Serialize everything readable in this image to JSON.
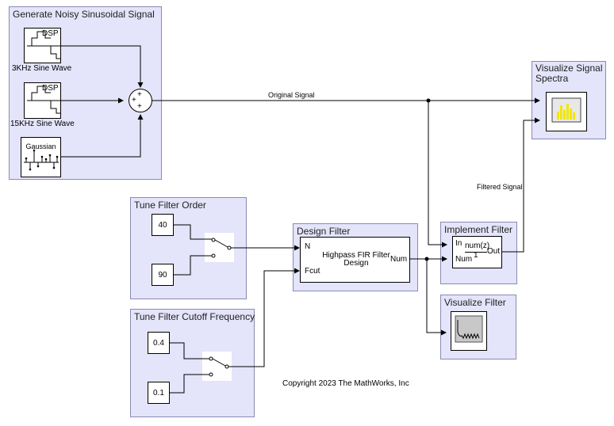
{
  "areas": {
    "generate": "Generate Noisy Sinusoidal Signal",
    "visualize_spectra": "Visualize Signal\nSpectra",
    "tune_order": "Tune Filter Order",
    "design": "Design Filter",
    "implement": "Implement Filter",
    "visualize_filter": "Visualize Filter",
    "tune_cutoff": "Tune Filter Cutoff Frequency"
  },
  "blocks": {
    "sine1_tag": "DSP",
    "sine1_label": "3KHz Sine Wave",
    "sine2_tag": "DSP",
    "sine2_label": "15KHz Sine Wave",
    "gaussian": "Gaussian",
    "sum_signs": [
      "+",
      "+",
      "+"
    ],
    "const_40": "40",
    "const_90": "90",
    "const_04": "0.4",
    "const_01": "0.1",
    "design_title": "Highpass FIR Filter\nDesign",
    "design_in_n": "N",
    "design_in_fcut": "Fcut",
    "design_out": "Num",
    "impl_in": "In",
    "impl_num": "Num",
    "impl_tf_num": "num(z)",
    "impl_tf_den": "1",
    "impl_out": "Out"
  },
  "signals": {
    "original": "Original Signal",
    "filtered": "Filtered Signal"
  },
  "copyright": "Copyright 2023 The MathWorks, Inc"
}
